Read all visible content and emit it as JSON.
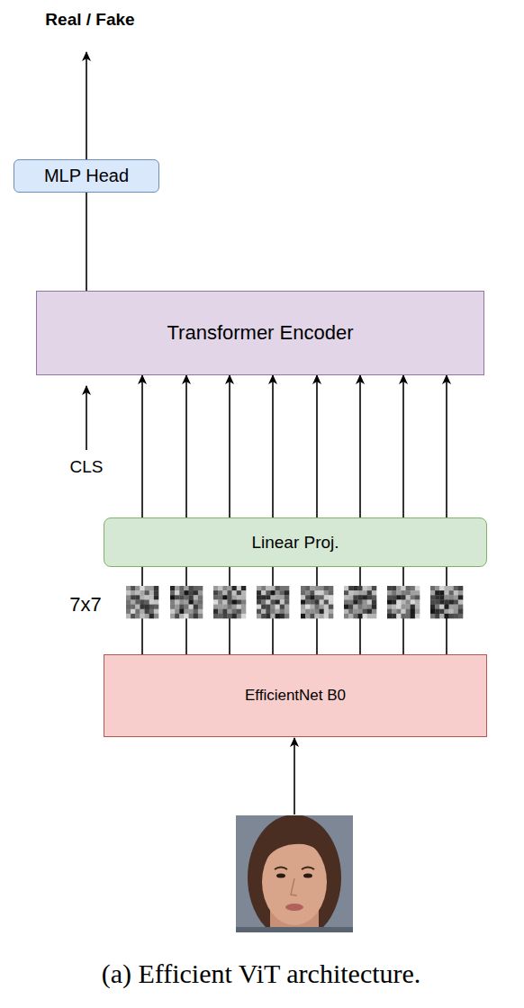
{
  "diagram": {
    "caption": "(a) Efficient ViT architecture.",
    "nodes": [
      {
        "text": [
          "MLP Head"
        ]
      },
      {
        "text": [
          "Transformer Encoder"
        ]
      },
      {
        "text": [
          "Linear Proj."
        ]
      },
      {
        "text": [
          "EfficientNet B0"
        ]
      }
    ],
    "edges": [
      {
        "from": 1,
        "to": 0,
        "arrow": "none"
      },
      {
        "from": 2,
        "to": 1,
        "arrow": "to"
      },
      {
        "from": 2,
        "to": 1,
        "arrow": "to"
      },
      {
        "from": 2,
        "to": 1,
        "arrow": "to"
      },
      {
        "from": 2,
        "to": 1,
        "arrow": "to"
      },
      {
        "from": 2,
        "to": 1,
        "arrow": "to"
      },
      {
        "from": 2,
        "to": 1,
        "arrow": "to"
      },
      {
        "from": 2,
        "to": 1,
        "arrow": "to"
      },
      {
        "from": 2,
        "to": 1,
        "arrow": "to"
      },
      {
        "from": 3,
        "to": 2,
        "arrow": "none"
      },
      {
        "from": 3,
        "to": 2,
        "arrow": "none"
      },
      {
        "from": 3,
        "to": 2,
        "arrow": "none"
      },
      {
        "from": 3,
        "to": 2,
        "arrow": "none"
      },
      {
        "from": 3,
        "to": 2,
        "arrow": "none"
      },
      {
        "from": 3,
        "to": 2,
        "arrow": "none"
      },
      {
        "from": 3,
        "to": 2,
        "arrow": "none"
      },
      {
        "from": 3,
        "to": 2,
        "arrow": "none"
      }
    ],
    "labels": [
      "Real / Fake",
      "CLS",
      "7x7"
    ]
  }
}
